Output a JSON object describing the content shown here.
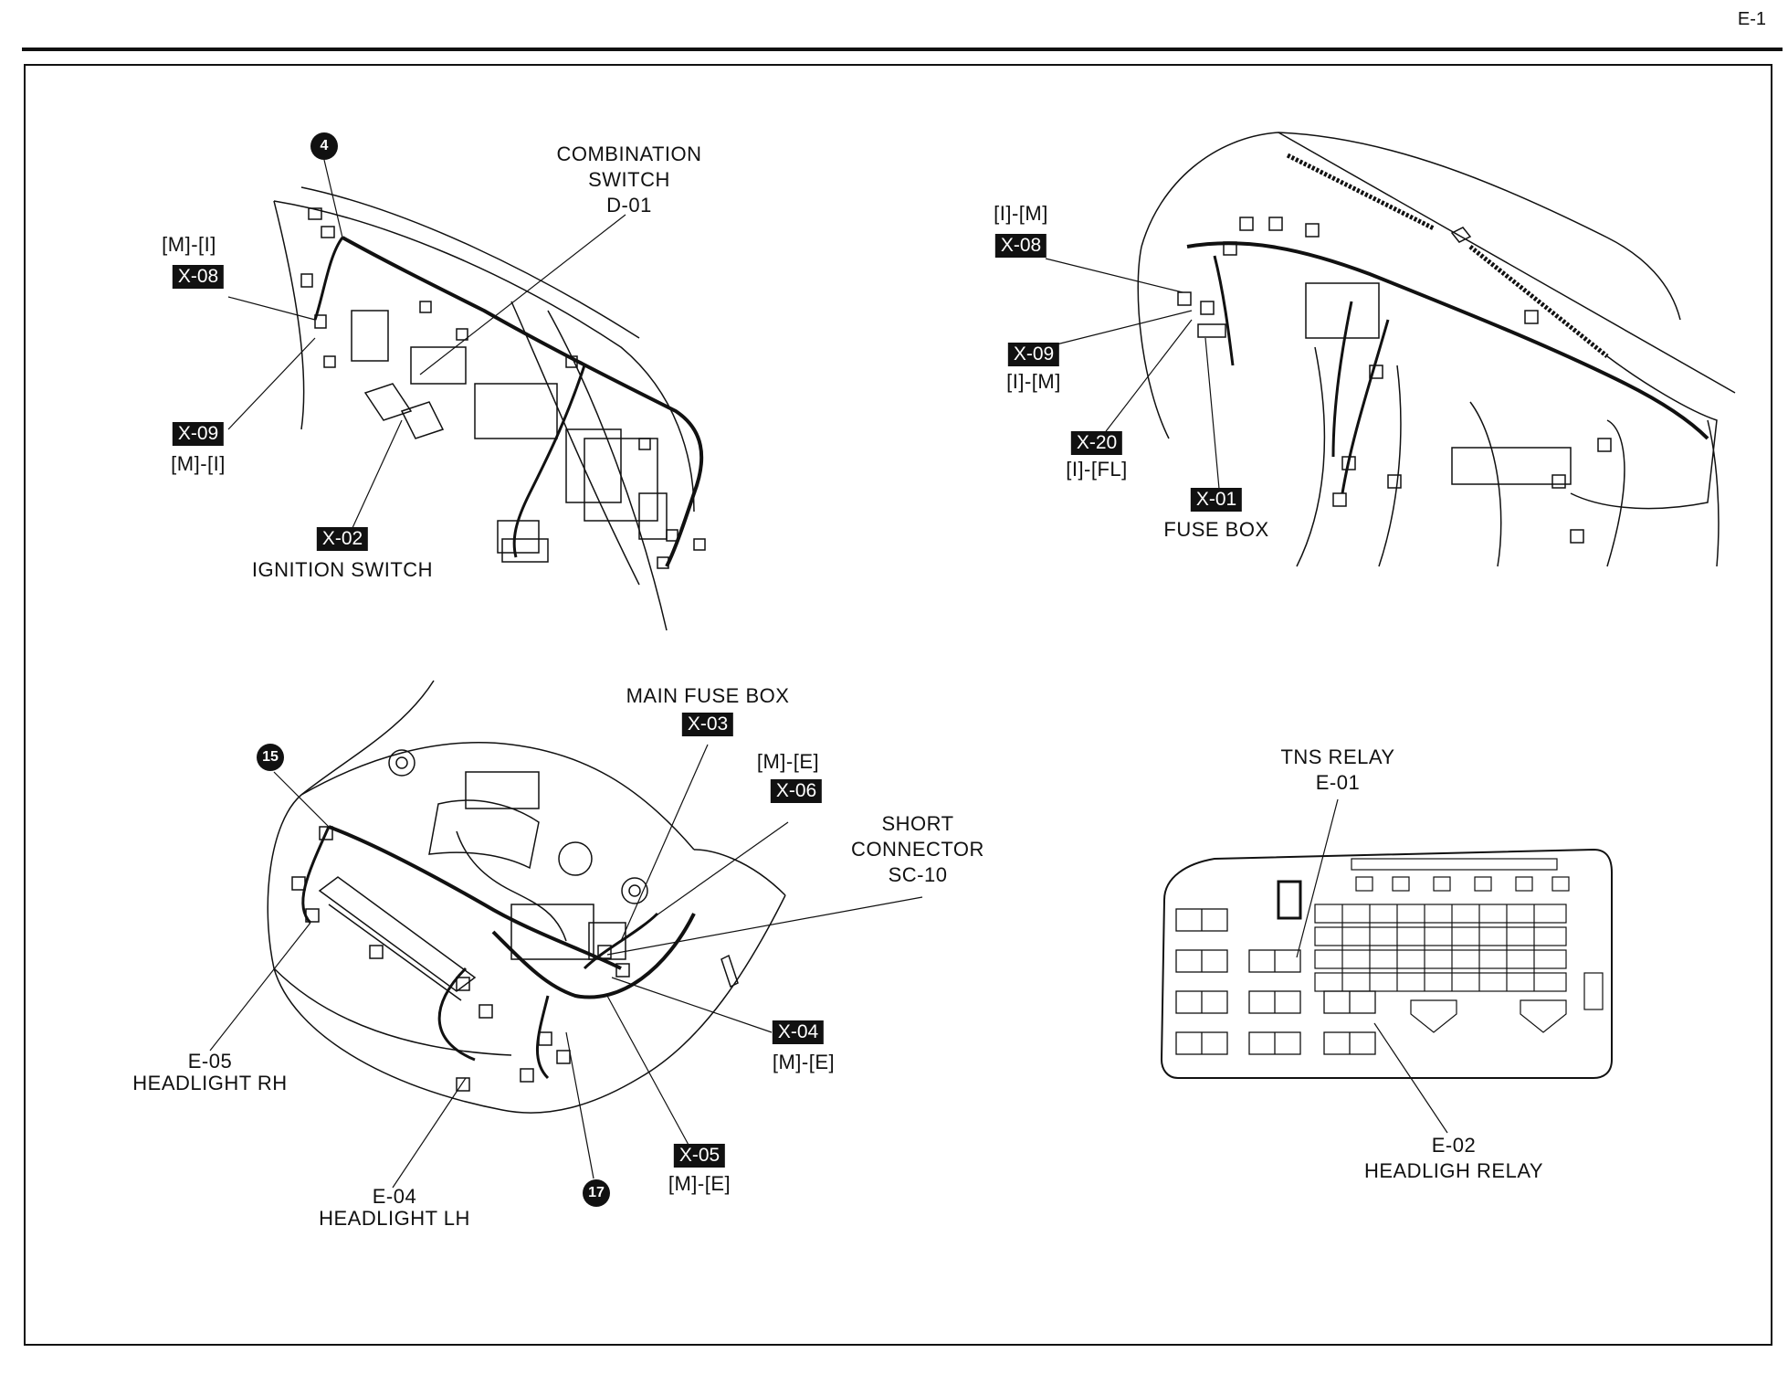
{
  "page_number": "E-1",
  "panels": {
    "steering_column": {
      "callout": "4",
      "combination_switch": {
        "name": "COMBINATION",
        "name2": "SWITCH",
        "code": "D-01"
      },
      "x08": {
        "harness": "[M]-[I]",
        "code": "X-08"
      },
      "x09": {
        "code": "X-09",
        "harness": "[M]-[I]"
      },
      "x02": {
        "code": "X-02",
        "name": "IGNITION SWITCH"
      }
    },
    "dashboard": {
      "x08": {
        "harness": "[I]-[M]",
        "code": "X-08"
      },
      "x09": {
        "code": "X-09",
        "harness": "[I]-[M]"
      },
      "x20": {
        "code": "X-20",
        "harness": "[I]-[FL]"
      },
      "x01": {
        "code": "X-01",
        "name": "FUSE BOX"
      }
    },
    "engine_bay": {
      "callout_15": "15",
      "callout_17": "17",
      "main_fuse_box": {
        "name": "MAIN FUSE BOX",
        "code": "X-03"
      },
      "x06": {
        "harness": "[M]-[E]",
        "code": "X-06"
      },
      "short_connector": {
        "name": "SHORT",
        "name2": "CONNECTOR",
        "code": "SC-10"
      },
      "x04": {
        "code": "X-04",
        "harness": "[M]-[E]"
      },
      "x05": {
        "code": "X-05",
        "harness": "[M]-[E]"
      },
      "headlight_rh": {
        "code": "E-05",
        "name": "HEADLIGHT RH"
      },
      "headlight_lh": {
        "code": "E-04",
        "name": "HEADLIGHT LH"
      }
    },
    "relay_box": {
      "tns_relay": {
        "name": "TNS RELAY",
        "code": "E-01"
      },
      "headlight_relay": {
        "code": "E-02",
        "name": "HEADLIGH RELAY"
      }
    }
  }
}
